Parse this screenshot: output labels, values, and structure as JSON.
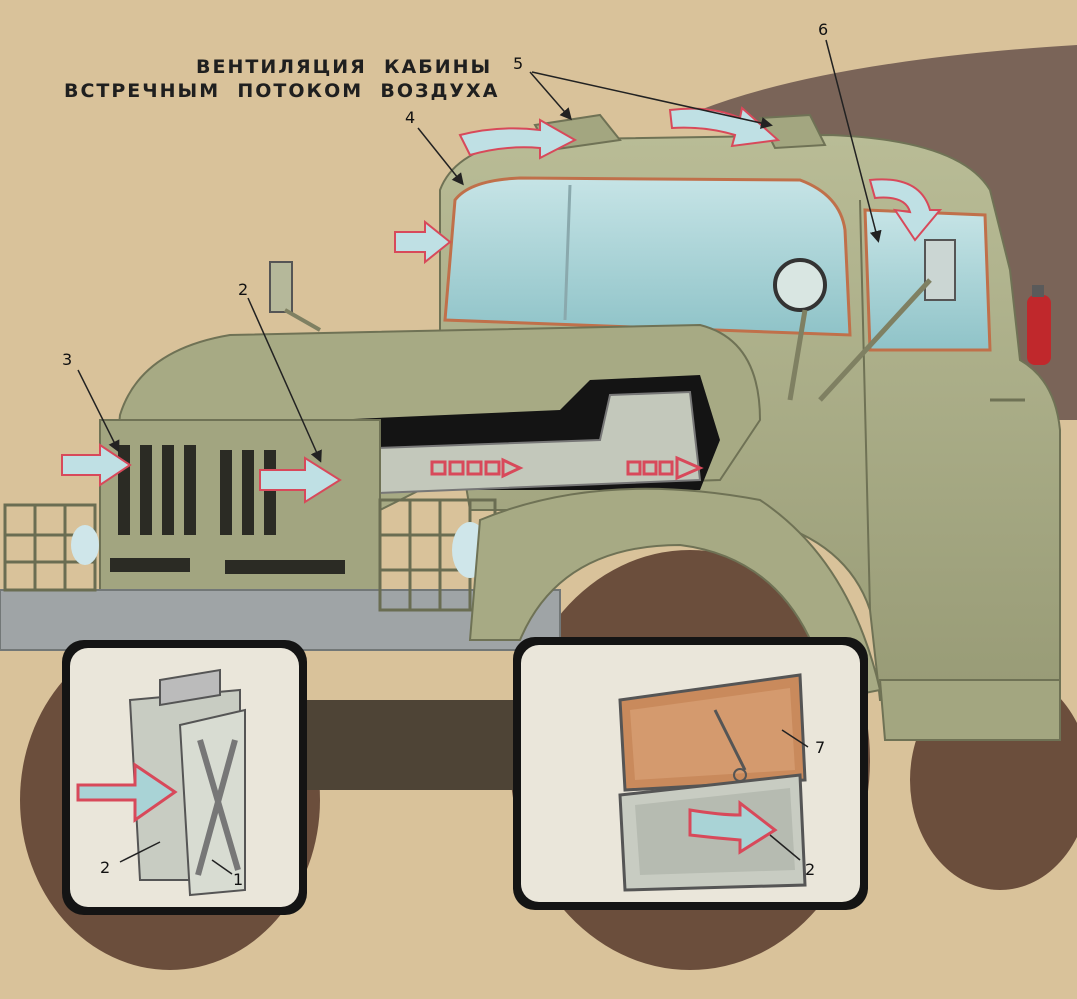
{
  "title": {
    "line1": "ВЕНТИЛЯЦИЯ  КАБИНЫ",
    "line2": "ВСТРЕЧНЫМ  ПОТОКОМ  ВОЗДУХА"
  },
  "callouts": {
    "c1": "1",
    "c2_main": "2",
    "c2_inset_left": "2",
    "c2_inset_right": "2",
    "c3": "3",
    "c4": "4",
    "c5": "5",
    "c6": "6",
    "c7": "7"
  },
  "colors": {
    "background": "#d9c29a",
    "cab_body": "#a9ac86",
    "glass": "#a9d3d6",
    "tarp": "#7a6458",
    "tire": "#6b4e3c",
    "airflow_arrow": "#d8495a",
    "inset_panel": "#eae6da"
  },
  "icons": [
    "airflow-arrow-icon",
    "fire-extinguisher-icon",
    "headlight-icon",
    "mirror-icon"
  ]
}
